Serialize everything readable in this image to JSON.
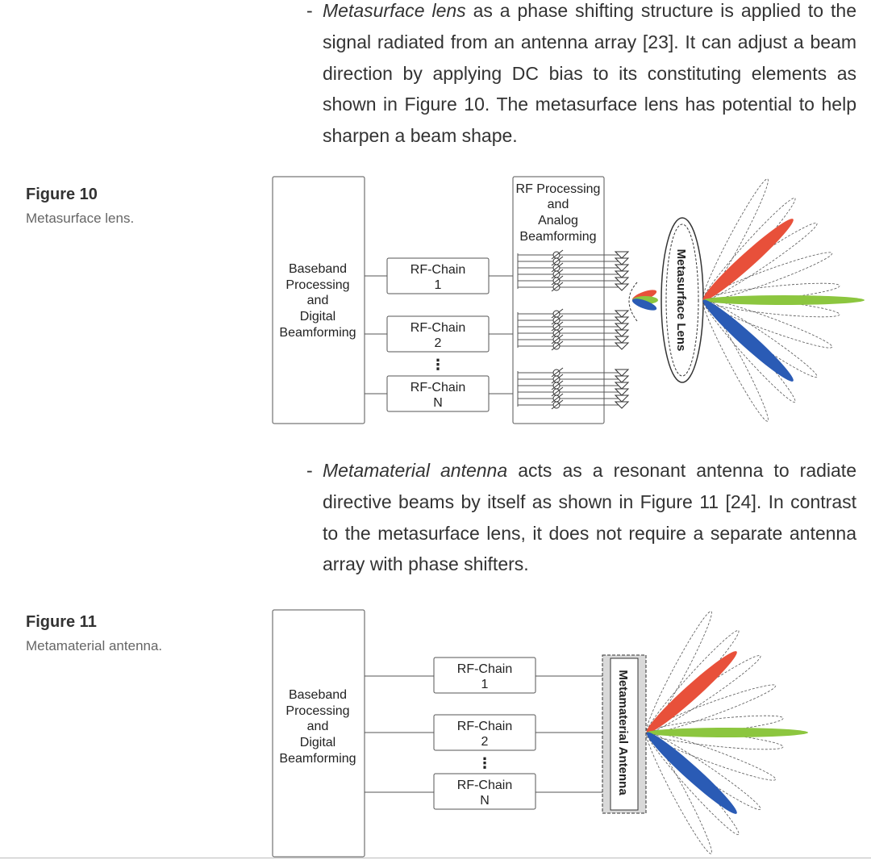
{
  "paragraph1": {
    "dash": "-",
    "term": "Metasurface lens",
    "text": " as a phase shifting structure is applied to the signal radiated from an antenna array [23]. It can adjust a beam direction by applying DC bias to its constituting elements as shown in Figure 10. The metasurface lens has potential to help sharpen a beam shape."
  },
  "paragraph2": {
    "dash": "-",
    "term": "Metamaterial antenna",
    "text": " acts as a resonant antenna to radiate directive beams by itself as shown in Figure 11 [24]. In contrast to the metasurface lens, it does not require a separate antenna array with phase shifters."
  },
  "figure10": {
    "label": "Figure 10",
    "caption": "Metasurface lens.",
    "baseband": [
      "Baseband",
      "Processing",
      "and",
      "Digital",
      "Beamforming"
    ],
    "rf_processing": [
      "RF Processing",
      "and",
      "Analog",
      "Beamforming"
    ],
    "chains": [
      [
        "RF-Chain",
        "1"
      ],
      [
        "RF-Chain",
        "2"
      ],
      [
        "RF-Chain",
        "N"
      ]
    ],
    "ellipsis": "⋮",
    "lens_label": "Metasurface Lens"
  },
  "figure11": {
    "label": "Figure 11",
    "caption": "Metamaterial antenna.",
    "baseband": [
      "Baseband",
      "Processing",
      "and",
      "Digital",
      "Beamforming"
    ],
    "chains": [
      [
        "RF-Chain",
        "1"
      ],
      [
        "RF-Chain",
        "2"
      ],
      [
        "RF-Chain",
        "N"
      ]
    ],
    "ellipsis": "⋮",
    "antenna_label": "Metamaterial Antenna"
  },
  "colors": {
    "beam_red": "#e8503a",
    "beam_green": "#8cc63f",
    "beam_blue": "#2a5bb5"
  }
}
